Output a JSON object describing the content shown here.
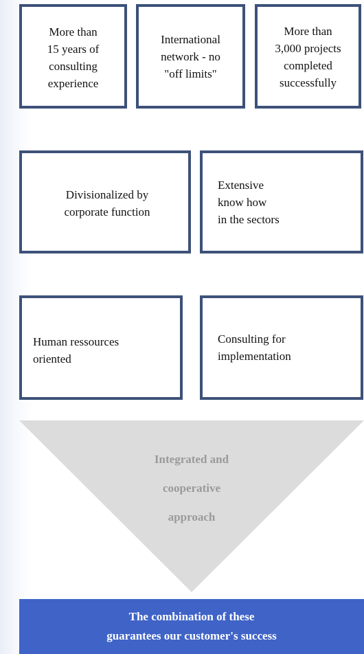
{
  "boxes": {
    "consulting_experience": "More than\n15 years of\nconsulting\nexperience",
    "international_network": "International\nnetwork - no\n\"off limits\"",
    "projects_completed": "More than\n3,000 projects\ncompleted\nsuccessfully",
    "divisionalized": "Divisionalized by\ncorporate function",
    "sector_know_how": "Extensive\nknow how\nin the sectors",
    "human_resources": "Human ressources\noriented",
    "implementation": "Consulting for\nimplementation"
  },
  "approach": {
    "text": "Integrated and\ncooperative\napproach"
  },
  "banner": {
    "text": "The combination of these\nguarantees our customer's success"
  },
  "colors": {
    "box_border": "#3d5179",
    "funnel_fill": "#dcdcdc",
    "approach_text": "#9a9a9a",
    "banner_background": "#3f63c7",
    "banner_text": "#ffffff"
  }
}
